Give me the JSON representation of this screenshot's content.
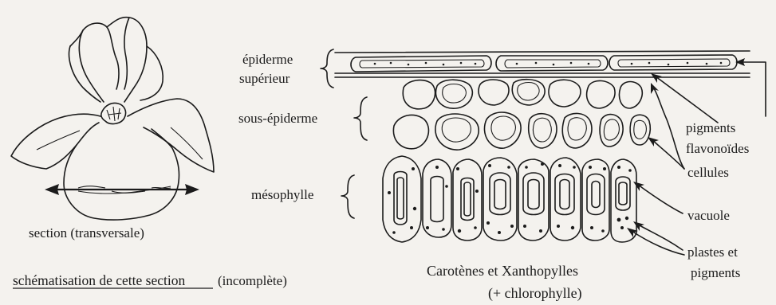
{
  "labels": {
    "epiderme_line1": "épiderme",
    "epiderme_line2": "supérieur",
    "sous_epiderme": "sous-épiderme",
    "mesophylle": "mésophylle",
    "section_transversale": "section (transversale)",
    "schematisation": "schématisation de cette section",
    "incomplete": "(incomplète)",
    "carotenes": "Carotènes et Xanthopylles",
    "chlorophylle": "(+ chlorophylle)",
    "pigments_line1": "pigments",
    "pigments_line2": "flavonoïdes",
    "cellules": "cellules",
    "vacuole": "vacuole",
    "plastes_line1": "plastes et",
    "plastes_line2": "pigments"
  },
  "colors": {
    "ink": "#1b1b1b",
    "paper": "#f4f2ee"
  }
}
